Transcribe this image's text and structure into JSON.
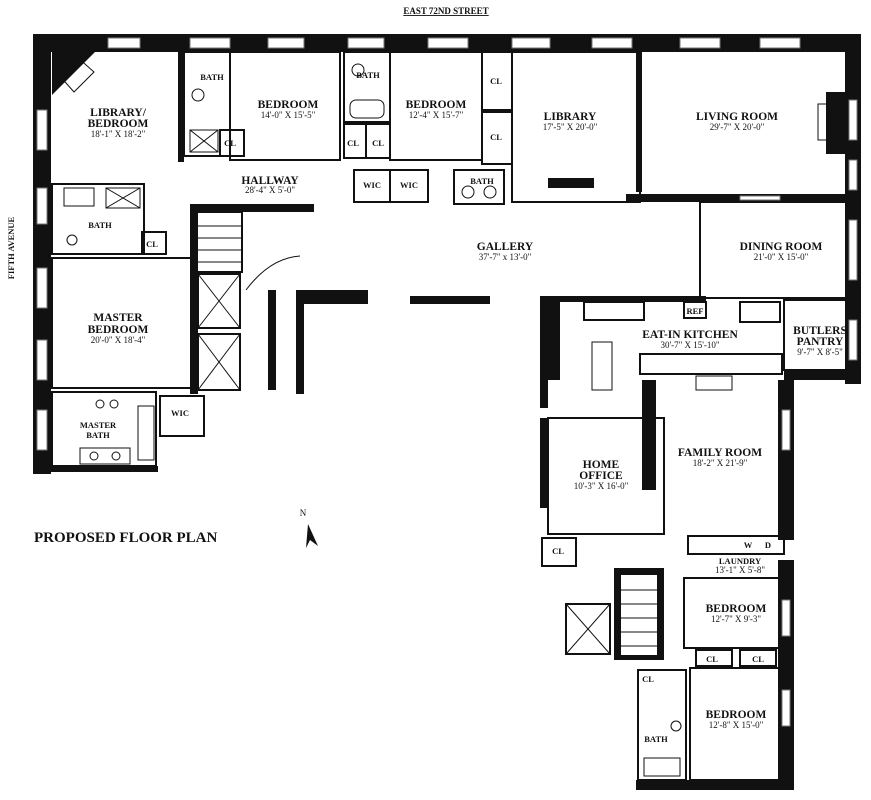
{
  "street_label": "EAST 72ND STREET",
  "avenue_label": "FIFTH AVENUE",
  "plan_title": "PROPOSED FLOOR PLAN",
  "north_label": "N",
  "rooms": {
    "library_bedroom": {
      "name_line1": "LIBRARY/",
      "name_line2": "BEDROOM",
      "dims": "18'-1\" X 18'-2\""
    },
    "bedroom_1": {
      "name": "BEDROOM",
      "dims": "14'-0\" X 15'-5\""
    },
    "bedroom_2": {
      "name": "BEDROOM",
      "dims": "12'-4\" X 15'-7\""
    },
    "library": {
      "name": "LIBRARY",
      "dims": "17'-5\" X 20'-0\""
    },
    "living_room": {
      "name": "LIVING ROOM",
      "dims": "29'-7\" X 20'-0\""
    },
    "hallway": {
      "name": "HALLWAY",
      "dims": "28'-4\" X 5'-0\""
    },
    "gallery": {
      "name": "GALLERY",
      "dims": "37'-7\" x 13'-0\""
    },
    "dining_room": {
      "name": "DINING ROOM",
      "dims": "21'-0\" X 15'-0\""
    },
    "master_bedroom": {
      "name_line1": "MASTER",
      "name_line2": "BEDROOM",
      "dims": "20'-0\" X 18'-4\""
    },
    "eat_in_kitchen": {
      "name": "EAT-IN KITCHEN",
      "dims": "30'-7\" X 15'-10\""
    },
    "butlers_pantry": {
      "name_line1": "BUTLERS",
      "name_line2": "PANTRY",
      "dims": "9'-7\" X 8'-5\""
    },
    "master_bath": {
      "name_line1": "MASTER",
      "name_line2": "BATH"
    },
    "home_office": {
      "name_line1": "HOME",
      "name_line2": "OFFICE",
      "dims": "10'-3\" X 16'-0\""
    },
    "family_room": {
      "name": "FAMILY ROOM",
      "dims": "18'-2\" X 21'-9\""
    },
    "laundry": {
      "name": "LAUNDRY",
      "dims": "13'-1\" X 5'-8\""
    },
    "bedroom_3": {
      "name": "BEDROOM",
      "dims": "12'-7\" X 9'-3\""
    },
    "bedroom_4": {
      "name": "BEDROOM",
      "dims": "12'-8\" X 15'-0\""
    }
  },
  "small_labels": {
    "bath": "BATH",
    "cl": "CL",
    "wic": "WIC",
    "ref": "REF",
    "washer": "W",
    "dryer": "D"
  }
}
